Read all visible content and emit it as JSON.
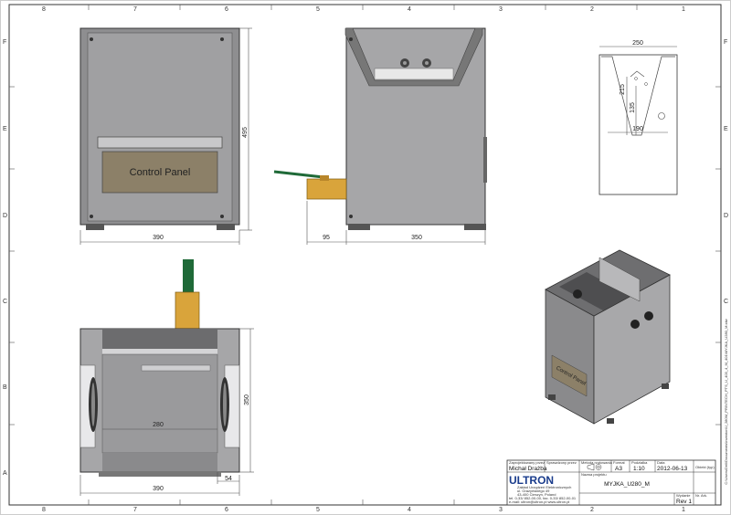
{
  "zones": {
    "columns": [
      "8",
      "7",
      "6",
      "5",
      "4",
      "3",
      "2",
      "1"
    ],
    "rows": [
      "F",
      "E",
      "D",
      "C",
      "B",
      "A"
    ]
  },
  "front_view": {
    "panel_label": "Control Panel",
    "dim_width": "390",
    "dim_height": "495"
  },
  "side_view": {
    "dim_valve": "95",
    "dim_depth": "350"
  },
  "section_view": {
    "dim_top": "250",
    "dim_215": "215",
    "dim_135": "135",
    "dim_bottom": "190"
  },
  "top_view": {
    "dim_inner": "280",
    "dim_depth": "350",
    "dim_width": "390",
    "dim_offset": "54"
  },
  "iso_view": {
    "panel_label": "Control Panel"
  },
  "title_block": {
    "designed_by_label": "Zaprojektowany przez",
    "designed_by": "Michał Drażba",
    "checked_by_label": "Sprawdzony przez",
    "projection_label": "Metoda rzutowania",
    "format_label": "Format",
    "format": "A3",
    "scale_label": "Podziałka",
    "scale": "1:10",
    "date_label": "Data",
    "date": "2012-06-13",
    "sheet_label": "Obiekt (typ)",
    "project_label": "Nazwa projektu",
    "title": "MYJKA_U280_M",
    "rev_label": "Wydanie",
    "rev": "Rev 1",
    "sheet_num_label": "Nr. Ark.",
    "company": "ULTRON",
    "company_sub": "Zakład Urządzeń Elektronicznych",
    "company_addr1": "ul. Grażyńskiego 49",
    "company_addr2": "43-400 Cieszyn, Poland",
    "company_tel": "tel. 0-33/ 852-00-00, fax. 0-33/ 852-00-01",
    "company_web": "e-mail: ultron@ultron.pl      www.ultron.pl"
  },
  "file_path": "C:\\Users\\Dell\\Documents\\Inventor\\U_280M_PRINTECH_PTS_U_403_4_M_401\\MYJKA_U280_M.idw"
}
